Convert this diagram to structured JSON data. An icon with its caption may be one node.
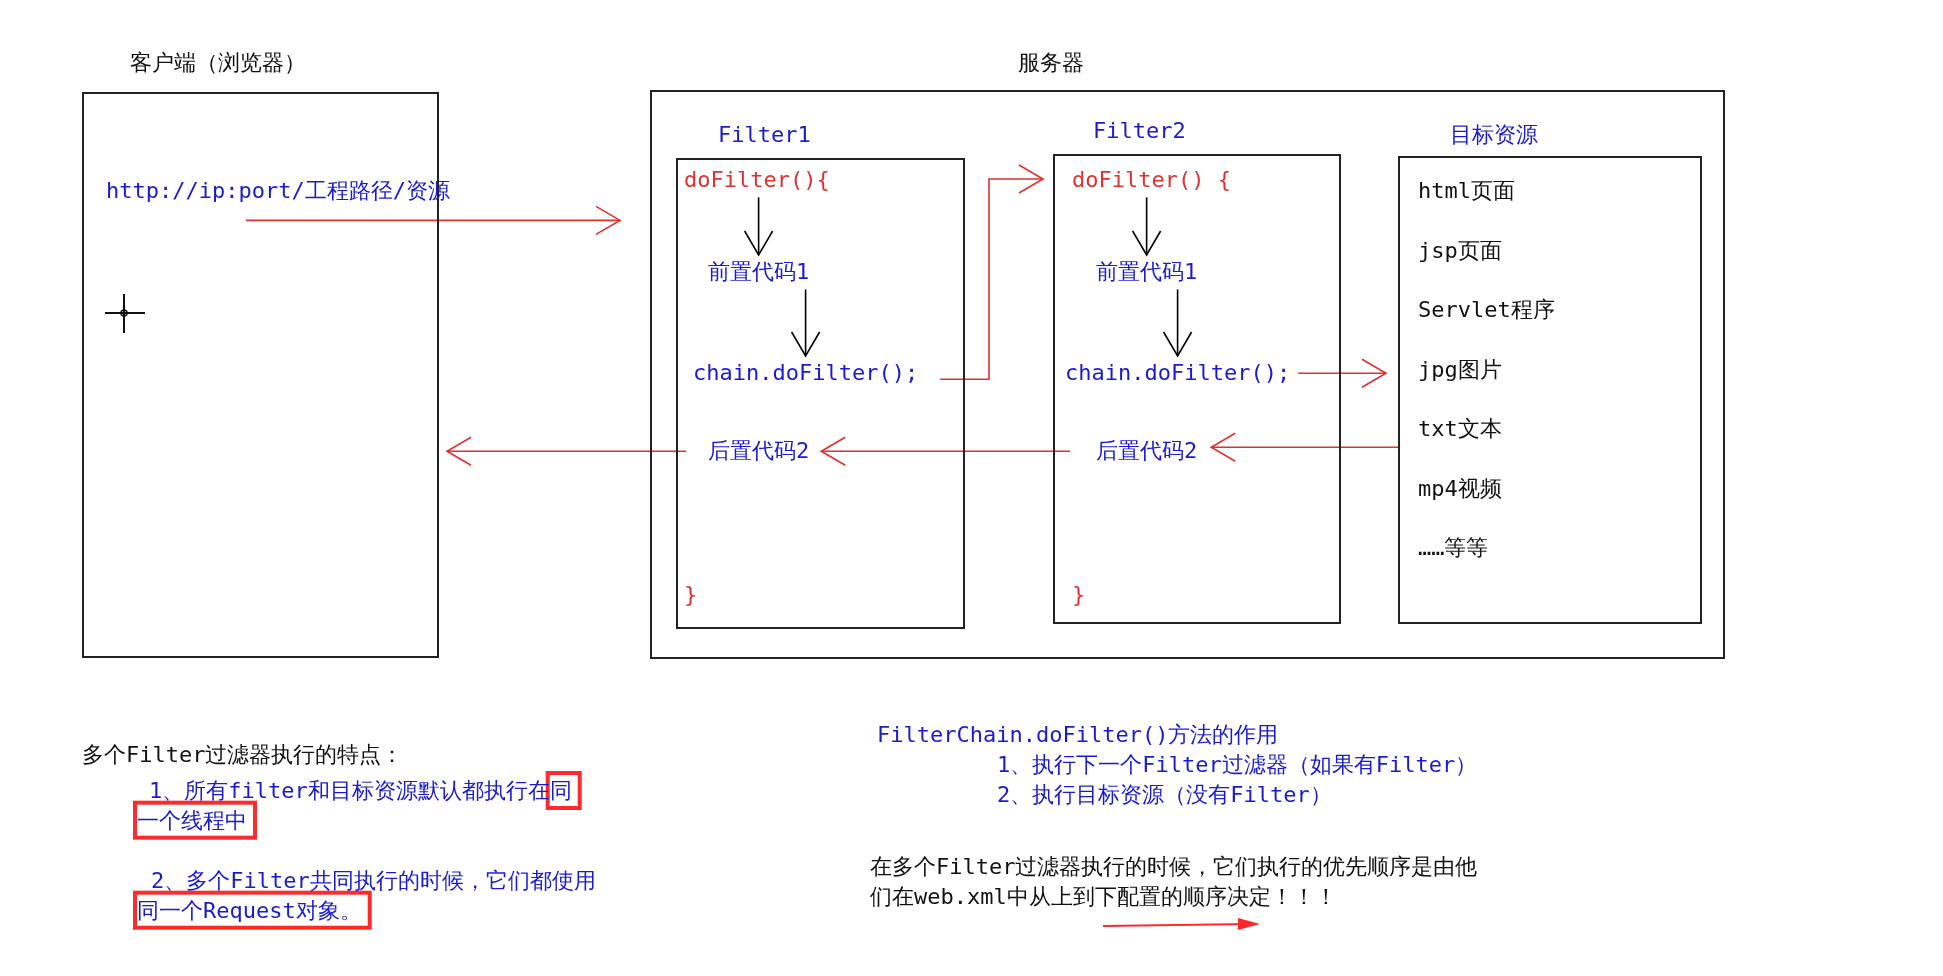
{
  "diagram": {
    "nodes": [
      {
        "text": [
          "客户端（浏览器）"
        ]
      },
      {
        "text": [
          "http://ip:port/工程路径/资源"
        ],
        "in": 0
      },
      {
        "text": [
          "服务器"
        ]
      },
      {
        "text": [
          "Filter1"
        ],
        "in": 2
      },
      {
        "text": [
          "doFilter(){"
        ],
        "in": 3
      },
      {
        "text": [
          "前置代码1"
        ],
        "in": 3
      },
      {
        "text": [
          "chain.doFilter();"
        ],
        "in": 3
      },
      {
        "text": [
          "后置代码2"
        ],
        "in": 3
      },
      {
        "text": [
          "}"
        ],
        "in": 3
      },
      {
        "text": [
          "Filter2"
        ],
        "in": 2
      },
      {
        "text": [
          "doFilter() {"
        ],
        "in": 9
      },
      {
        "text": [
          "前置代码1"
        ],
        "in": 9
      },
      {
        "text": [
          "chain.doFilter();"
        ],
        "in": 9
      },
      {
        "text": [
          "后置代码2"
        ],
        "in": 9
      },
      {
        "text": [
          "}"
        ],
        "in": 9
      },
      {
        "text": [
          "目标资源",
          "html页面",
          "jsp页面",
          "Servlet程序",
          "jpg图片",
          "txt文本",
          "mp4视频",
          "……等等"
        ],
        "in": 2
      }
    ],
    "edges": [
      {
        "from": 1,
        "to": 2,
        "arrow": "to"
      },
      {
        "from": 4,
        "to": 5,
        "arrow": "to",
        "color": "#000000"
      },
      {
        "from": 5,
        "to": 6,
        "arrow": "to",
        "color": "#000000"
      },
      {
        "from": 6,
        "to": 9,
        "arrow": "to"
      },
      {
        "from": 10,
        "to": 11,
        "arrow": "to",
        "color": "#000000"
      },
      {
        "from": 11,
        "to": 12,
        "arrow": "to",
        "color": "#000000"
      },
      {
        "from": 12,
        "to": 15,
        "arrow": "to"
      },
      {
        "from": 15,
        "to": 13,
        "arrow": "to"
      },
      {
        "from": 13,
        "to": 7,
        "arrow": "to"
      },
      {
        "from": 7,
        "to": 0,
        "arrow": "to"
      }
    ],
    "labels": [
      "多个Filter过滤器执行的特点：",
      "1、所有filter和目标资源默认都执行在同一个线程中",
      "2、多个Filter共同执行的时候，它们都使用同一个Request对象。",
      "FilterChain.doFilter()方法的作用",
      "1、执行下一个Filter过滤器（如果有Filter）",
      "2、执行目标资源（没有Filter）",
      "在多个Filter过滤器执行的时候，它们执行的优先顺序是由他们在web.xml中从上到下配置的顺序决定！！！"
    ]
  }
}
